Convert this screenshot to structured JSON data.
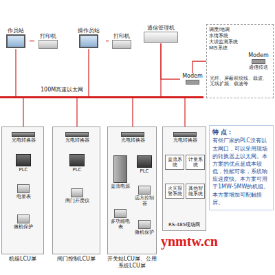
{
  "diagram": {
    "nodes": [
      {
        "text": [
          "作员站"
        ]
      },
      {
        "text": [
          "打印机"
        ]
      },
      {
        "text": [
          "操作员站"
        ]
      },
      {
        "text": [
          "打印机"
        ]
      },
      {
        "text": [
          "通信管理机"
        ]
      },
      {
        "text": [
          "调度/地调",
          "水情系统",
          "大坝监测系统",
          "MIS系统",
          "光纤、屏蔽双绞线、载波、无线扩频、载波等"
        ]
      },
      {
        "text": [
          "Modem",
          "通信传送"
        ],
        "in": 5
      },
      {
        "text": [
          "Modem"
        ]
      },
      {
        "text": [
          "100M高速以太网"
        ]
      },
      {
        "text": [
          "机组LCU屏"
        ]
      },
      {
        "text": [
          "光电转换器"
        ],
        "in": 9
      },
      {
        "text": [
          "PLC"
        ],
        "in": 9
      },
      {
        "text": [
          "电量表"
        ],
        "in": 9
      },
      {
        "text": [
          "微机保护"
        ],
        "in": 9
      },
      {
        "text": [
          "闸门控制LCU屏"
        ]
      },
      {
        "text": [
          "光电转换器"
        ],
        "in": 14
      },
      {
        "text": [
          "PLC"
        ],
        "in": 14
      },
      {
        "text": [
          "闸门开度仪"
        ],
        "in": 14
      },
      {
        "text": [
          "开关站LCU屏、公用系统LCU屏"
        ]
      },
      {
        "text": [
          "光电转换器"
        ],
        "in": 18
      },
      {
        "text": [
          "PLC"
        ],
        "in": 18
      },
      {
        "text": [
          "直流电源"
        ],
        "in": 18
      },
      {
        "text": [
          "远方控制器"
        ],
        "in": 18
      },
      {
        "text": [
          "多功能电表"
        ],
        "in": 18
      },
      {
        "text": [
          "微机保护"
        ],
        "in": 18
      },
      {
        "text": [
          "RS-485现场网"
        ]
      },
      {
        "text": [
          "光电转换器"
        ],
        "in": 25
      },
      {
        "text": [
          "直流系统"
        ],
        "in": 25
      },
      {
        "text": [
          "计量系统"
        ],
        "in": 25
      },
      {
        "text": [
          "火灾报警系统"
        ],
        "in": 25
      },
      {
        "text": [
          "其他智能系统"
        ],
        "in": 25
      },
      {
        "text": [
          "特 点：",
          "有些厂家的PLC没有以太网口，可以采用现场的转换器上以太网。本方案的优点是成本较低，性能可靠，系统响应速度快。本方案可用于1MW-5MW的机组。本方案增加可配触摸屏。"
        ]
      }
    ],
    "edges": [
      {
        "from": 0,
        "to": 1,
        "arrow": "none"
      },
      {
        "from": 2,
        "to": 3,
        "arrow": "none"
      },
      {
        "from": 0,
        "to": 8,
        "arrow": "none"
      },
      {
        "from": 2,
        "to": 8,
        "arrow": "none"
      },
      {
        "from": 4,
        "to": 8,
        "arrow": "none"
      },
      {
        "from": 4,
        "to": 7,
        "arrow": "none"
      },
      {
        "from": 7,
        "to": 6,
        "arrow": "none"
      },
      {
        "from": 8,
        "to": 10,
        "arrow": "none"
      },
      {
        "from": 8,
        "to": 15,
        "arrow": "none"
      },
      {
        "from": 8,
        "to": 19,
        "arrow": "none"
      },
      {
        "from": 8,
        "to": 26,
        "arrow": "none"
      },
      {
        "from": 10,
        "to": 11,
        "arrow": "none"
      },
      {
        "from": 11,
        "to": 12,
        "arrow": "none"
      },
      {
        "from": 12,
        "to": 13,
        "arrow": "none"
      },
      {
        "from": 15,
        "to": 16,
        "arrow": "none"
      },
      {
        "from": 16,
        "to": 17,
        "arrow": "none"
      },
      {
        "from": 19,
        "to": 20,
        "arrow": "none"
      },
      {
        "from": 20,
        "to": 22,
        "arrow": "none"
      },
      {
        "from": 22,
        "to": 24,
        "arrow": "none"
      },
      {
        "from": 26,
        "to": 27,
        "arrow": "none"
      },
      {
        "from": 26,
        "to": 28,
        "arrow": "none"
      },
      {
        "from": 27,
        "to": 29,
        "arrow": "none"
      },
      {
        "from": 28,
        "to": 30,
        "arrow": "none"
      }
    ],
    "labels": [
      "ynmtw.cn"
    ]
  }
}
